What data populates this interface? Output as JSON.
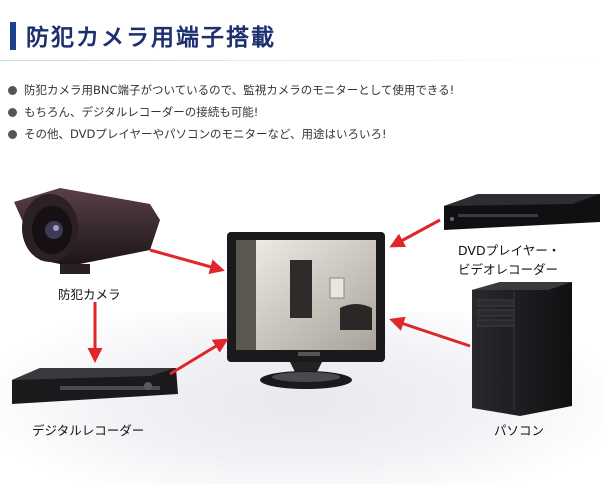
{
  "header": {
    "title": "防犯カメラ用端子搭載"
  },
  "bullets": [
    "防犯カメラ用BNC端子がついているので、監視カメラのモニターとして使用できる!",
    "もちろん、デジタルレコーダーの接続も可能!",
    "その他、DVDプレイヤーやパソコンのモニターなど、用途はいろいろ!"
  ],
  "devices": {
    "camera": "防犯カメラ",
    "dvd_line1": "DVDプレイヤー・",
    "dvd_line2": "ビデオレコーダー",
    "recorder": "デジタルレコーダー",
    "pc": "パソコン"
  },
  "colors": {
    "accent": "#1f3f8f",
    "arrow": "#e0262b",
    "title": "#1c2f6e"
  },
  "icons": [
    "camera-icon",
    "monitor-icon",
    "dvd-player-icon",
    "recorder-icon",
    "pc-tower-icon",
    "arrow-icon"
  ]
}
